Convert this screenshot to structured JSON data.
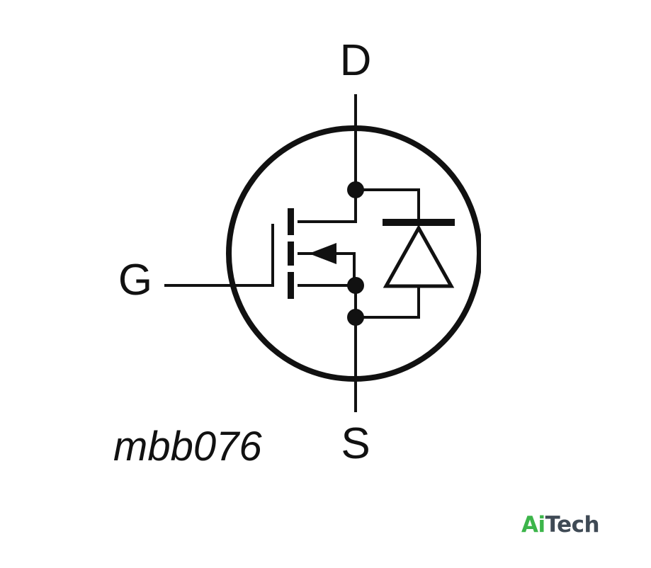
{
  "labels": {
    "drain": "D",
    "gate": "G",
    "source": "S",
    "reference": "mbb076"
  },
  "brand": {
    "accent": "Ai",
    "rest": "Tech",
    "accent_color": "#3cb54a",
    "rest_color": "#3f4a55"
  },
  "colors": {
    "line": "#111111",
    "background": "#ffffff"
  }
}
